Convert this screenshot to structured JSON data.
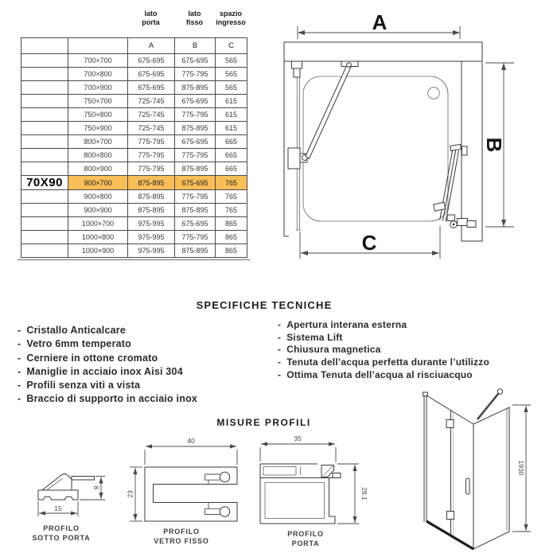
{
  "table": {
    "group_headers": [
      "lato\nporta",
      "lato\nfisso",
      "spazio\ningresso"
    ],
    "col_letters": [
      "A",
      "B",
      "C"
    ],
    "highlight_color": "#F8BE58",
    "rows": [
      {
        "size": "700×700",
        "a": "675-695",
        "b": "675-695",
        "c": "565"
      },
      {
        "size": "700×800",
        "a": "675-695",
        "b": "775-795",
        "c": "565"
      },
      {
        "size": "700×900",
        "a": "675-695",
        "b": "875-895",
        "c": "565"
      },
      {
        "size": "750×700",
        "a": "725-745",
        "b": "675-695",
        "c": "615"
      },
      {
        "size": "750×800",
        "a": "725-745",
        "b": "775-795",
        "c": "615"
      },
      {
        "size": "750×900",
        "a": "725-745",
        "b": "875-895",
        "c": "615"
      },
      {
        "size": "800×700",
        "a": "775-795",
        "b": "675-695",
        "c": "665"
      },
      {
        "size": "800×800",
        "a": "775-795",
        "b": "775-795",
        "c": "665"
      },
      {
        "size": "800×900",
        "a": "775-795",
        "b": "875-895",
        "c": "665"
      },
      {
        "label": "70X90",
        "size": "900×700",
        "a": "875-895",
        "b": "675-695",
        "c": "765",
        "highlight": true
      },
      {
        "size": "900×800",
        "a": "875-895",
        "b": "775-795",
        "c": "765"
      },
      {
        "size": "900×900",
        "a": "875-895",
        "b": "875-895",
        "c": "765"
      },
      {
        "size": "1000×700",
        "a": "975-995",
        "b": "675-695",
        "c": "865"
      },
      {
        "size": "1000×800",
        "a": "975-995",
        "b": "775-795",
        "c": "865"
      },
      {
        "size": "1000×900",
        "a": "975-995",
        "b": "875-895",
        "c": "865"
      }
    ]
  },
  "plan_view": {
    "label_a": "A",
    "label_b": "B",
    "label_c": "C"
  },
  "specs": {
    "title": "SPECIFICHE TECNICHE",
    "dash": "-",
    "left": [
      "Cristallo Anticalcare",
      "Vetro 6mm temperato",
      "Cerniere in ottone cromato",
      "Maniglie in acciaio inox Aisi 304",
      "Profili senza viti a vista",
      "Braccio di supporto in acciaio inox"
    ],
    "right": [
      "Apertura interana esterna",
      "Sistema Lift",
      "Chiusura magnetica",
      "Tenuta dell’acqua perfetta durante l’utilizzo",
      "Ottima Tenuta dell’acqua al risciuacquo"
    ]
  },
  "profiles": {
    "title": "MISURE PROFILI",
    "sotto_porta": {
      "label": "PROFILO\nSOTTO PORTA",
      "width": "15",
      "height": "9"
    },
    "vetro_fisso": {
      "label": "PROFILO\nVETRO FISSO",
      "width": "40",
      "height": "23"
    },
    "porta": {
      "label": "PROFILO\nPORTA",
      "width": "35",
      "height": "28.1"
    },
    "enclosure_height": "1930"
  }
}
